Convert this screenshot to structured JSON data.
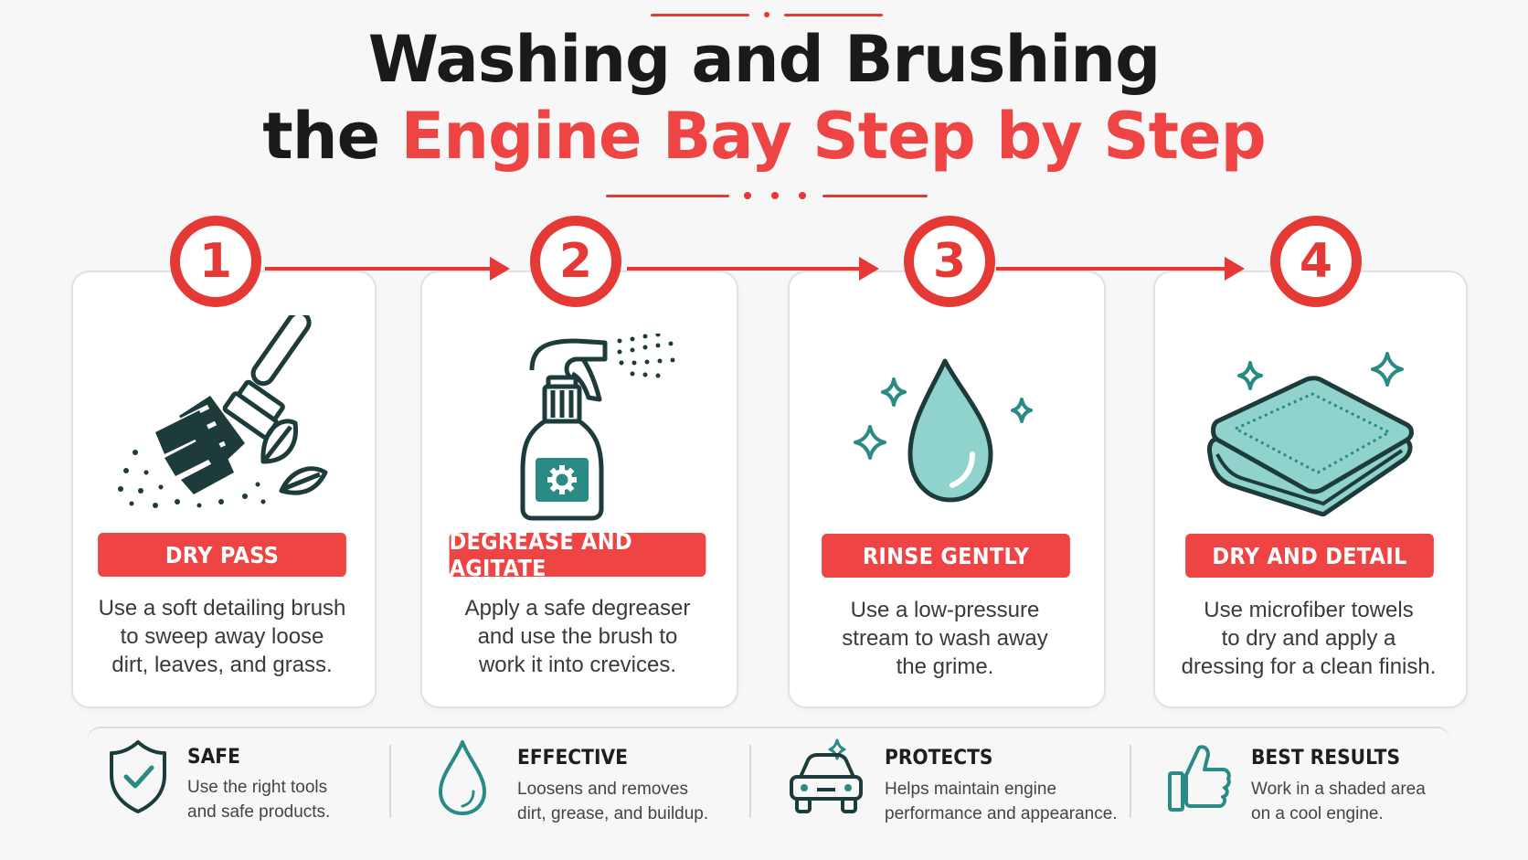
{
  "title": {
    "line1": "Washing and Brushing",
    "line2_plain": "the ",
    "line2_accent": "Engine Bay Step by Step"
  },
  "colors": {
    "accent": "#e53935",
    "teal": "#2a8a84",
    "teal_fill": "#8fd3cc",
    "dark": "#1e3b3b"
  },
  "steps": [
    {
      "number": "1",
      "label": "DRY PASS",
      "icon": "brush-icon",
      "desc": [
        "Use a soft detailing brush",
        "to sweep away loose",
        "dirt, leaves, and grass."
      ]
    },
    {
      "number": "2",
      "label": "DEGREASE AND AGITATE",
      "icon": "spray-bottle-icon",
      "desc": [
        "Apply a safe degreaser",
        "and use the brush to",
        "work it into crevices."
      ]
    },
    {
      "number": "3",
      "label": "RINSE GENTLY",
      "icon": "water-drop-icon",
      "desc": [
        "Use a low-pressure",
        "stream to wash away",
        "the grime."
      ]
    },
    {
      "number": "4",
      "label": "DRY AND DETAIL",
      "icon": "towel-icon",
      "desc": [
        "Use microfiber towels",
        "to dry and apply a",
        "dressing for a clean finish."
      ]
    }
  ],
  "benefits": [
    {
      "title": "SAFE",
      "icon": "shield-check-icon",
      "desc": [
        "Use the right tools",
        "and safe products."
      ]
    },
    {
      "title": "EFFECTIVE",
      "icon": "drop-outline-icon",
      "desc": [
        "Loosens and removes",
        "dirt, grease, and buildup."
      ]
    },
    {
      "title": "PROTECTS",
      "icon": "car-sparkle-icon",
      "desc": [
        "Helps maintain engine",
        "performance and appearance."
      ]
    },
    {
      "title": "BEST RESULTS",
      "icon": "thumbs-up-icon",
      "desc": [
        "Work in a shaded area",
        "on a cool engine."
      ]
    }
  ]
}
